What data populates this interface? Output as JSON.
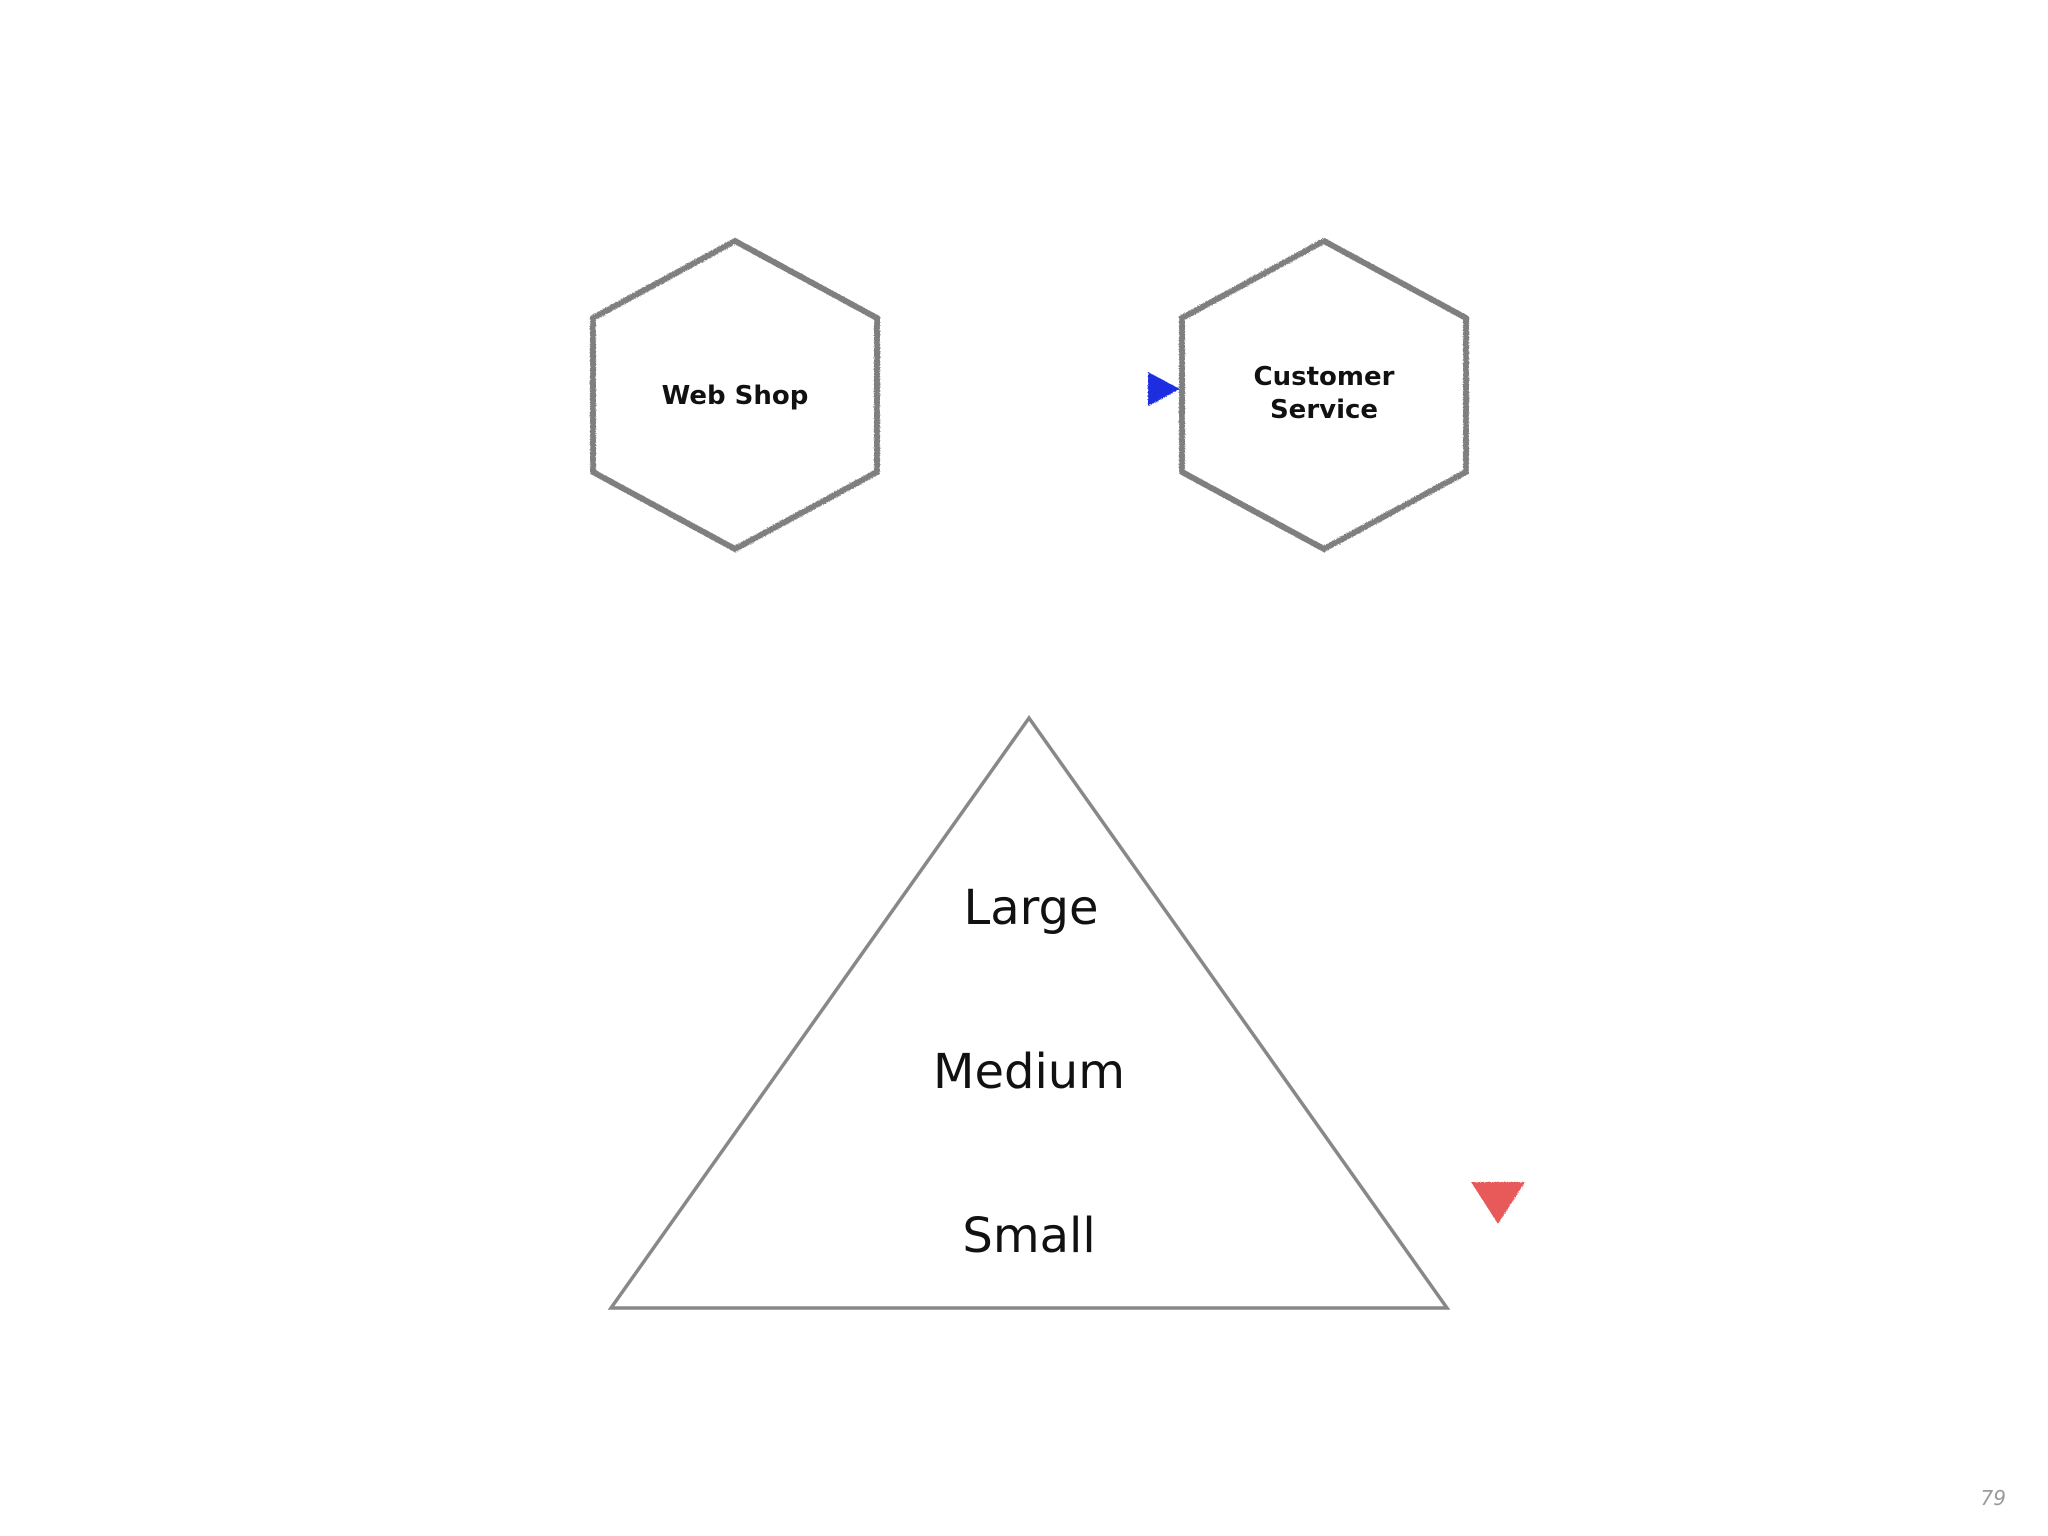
{
  "slide": {
    "page_number": "79"
  },
  "services": {
    "source": {
      "label": "Web Shop"
    },
    "target": {
      "label_line1": "Customer",
      "label_line2": "Service"
    }
  },
  "pyramid": {
    "tiers": [
      "Large",
      "Medium",
      "Small"
    ]
  },
  "colors": {
    "hexagon_stroke": "#7f7f7f",
    "service_arrow": "#1a2fe0",
    "size_arrow": "#e85a5a",
    "triangle_stroke": "#888888"
  }
}
